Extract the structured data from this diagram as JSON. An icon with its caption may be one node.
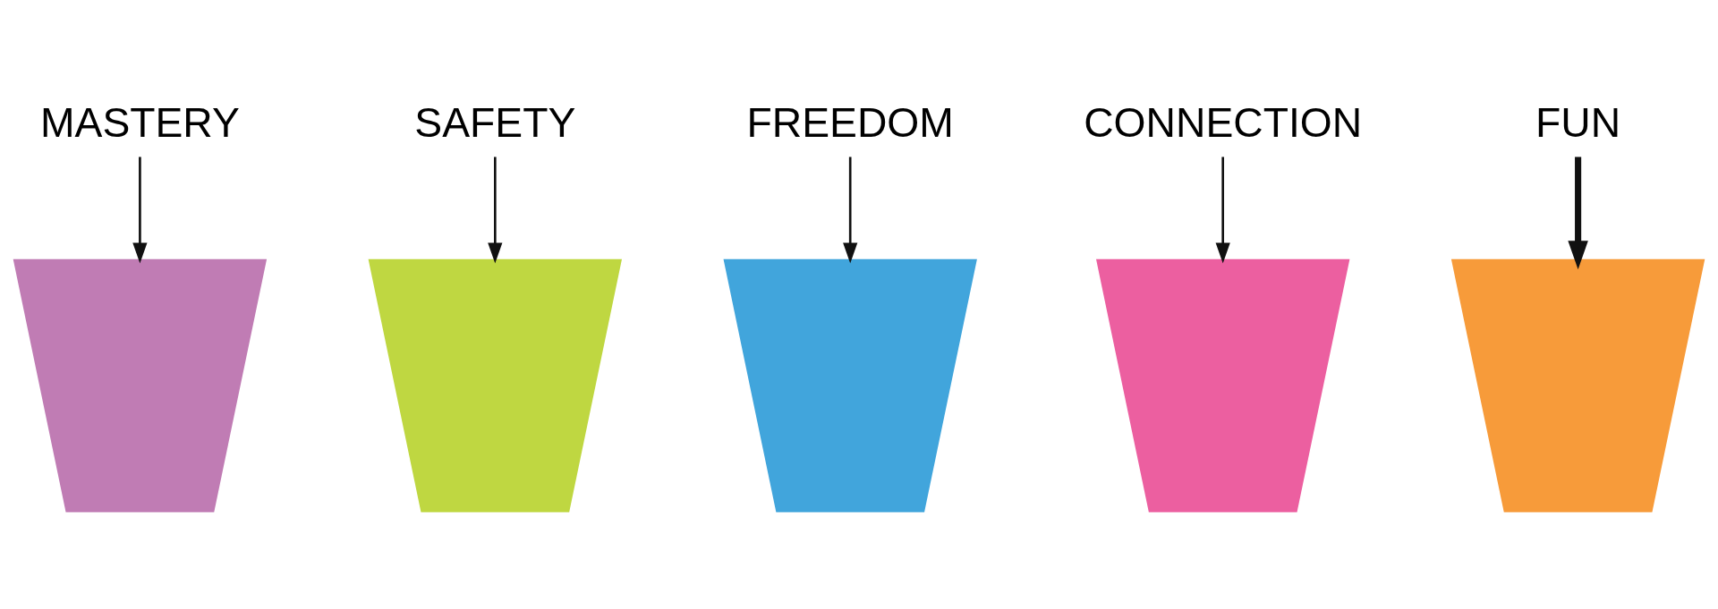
{
  "diagram": {
    "nodes": [
      {
        "text": [
          "MASTERY"
        ]
      },
      {
        "text": [],
        "shape": "picture"
      },
      {
        "text": [
          "SAFETY"
        ]
      },
      {
        "text": [],
        "shape": "picture"
      },
      {
        "text": [
          "FREEDOM"
        ]
      },
      {
        "text": [],
        "shape": "picture"
      },
      {
        "text": [
          "CONNECTION"
        ]
      },
      {
        "text": [],
        "shape": "picture"
      },
      {
        "text": [
          "FUN"
        ]
      },
      {
        "text": [],
        "shape": "picture"
      }
    ],
    "edges": [
      {
        "from": 0,
        "to": 1,
        "arrow": "to"
      },
      {
        "from": 2,
        "to": 3,
        "arrow": "to"
      },
      {
        "from": 4,
        "to": 5,
        "arrow": "to"
      },
      {
        "from": 6,
        "to": 7,
        "arrow": "to"
      },
      {
        "from": 8,
        "to": 9,
        "arrow": "to",
        "style": "thick"
      }
    ]
  }
}
